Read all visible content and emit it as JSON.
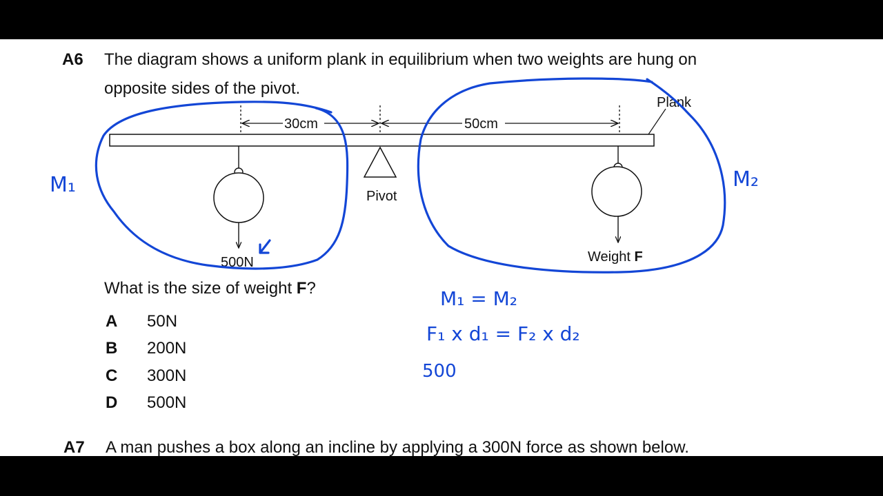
{
  "question_a6": {
    "number": "A6",
    "text_line1": "The diagram shows a uniform plank in equilibrium when two weights are hung on",
    "text_line2": "opposite sides of the pivot.",
    "diagram": {
      "plank_label": "Plank",
      "left_distance": "30cm",
      "right_distance": "50cm",
      "pivot_label": "Pivot",
      "left_weight": "500N",
      "right_weight_prefix": "Weight ",
      "right_weight_symbol": "F"
    },
    "prompt_prefix": "What is the size of weight ",
    "prompt_symbol": "F",
    "prompt_suffix": "?",
    "options": [
      {
        "letter": "A",
        "value": "50N"
      },
      {
        "letter": "B",
        "value": "200N"
      },
      {
        "letter": "C",
        "value": "300N"
      },
      {
        "letter": "D",
        "value": "500N"
      }
    ]
  },
  "annotations": {
    "left_moment": "M₁",
    "right_moment": "M₂",
    "equation1": "M₁ = M₂",
    "equation2": "F₁ x d₁ = F₂ x d₂",
    "working": "500"
  },
  "question_a7": {
    "number": "A7",
    "text": "A man pushes a box along an incline by applying a 300N force as shown below."
  },
  "colors": {
    "ink": "#111111",
    "annotation_pen": "#1346d6",
    "letterbox": "#000000"
  }
}
